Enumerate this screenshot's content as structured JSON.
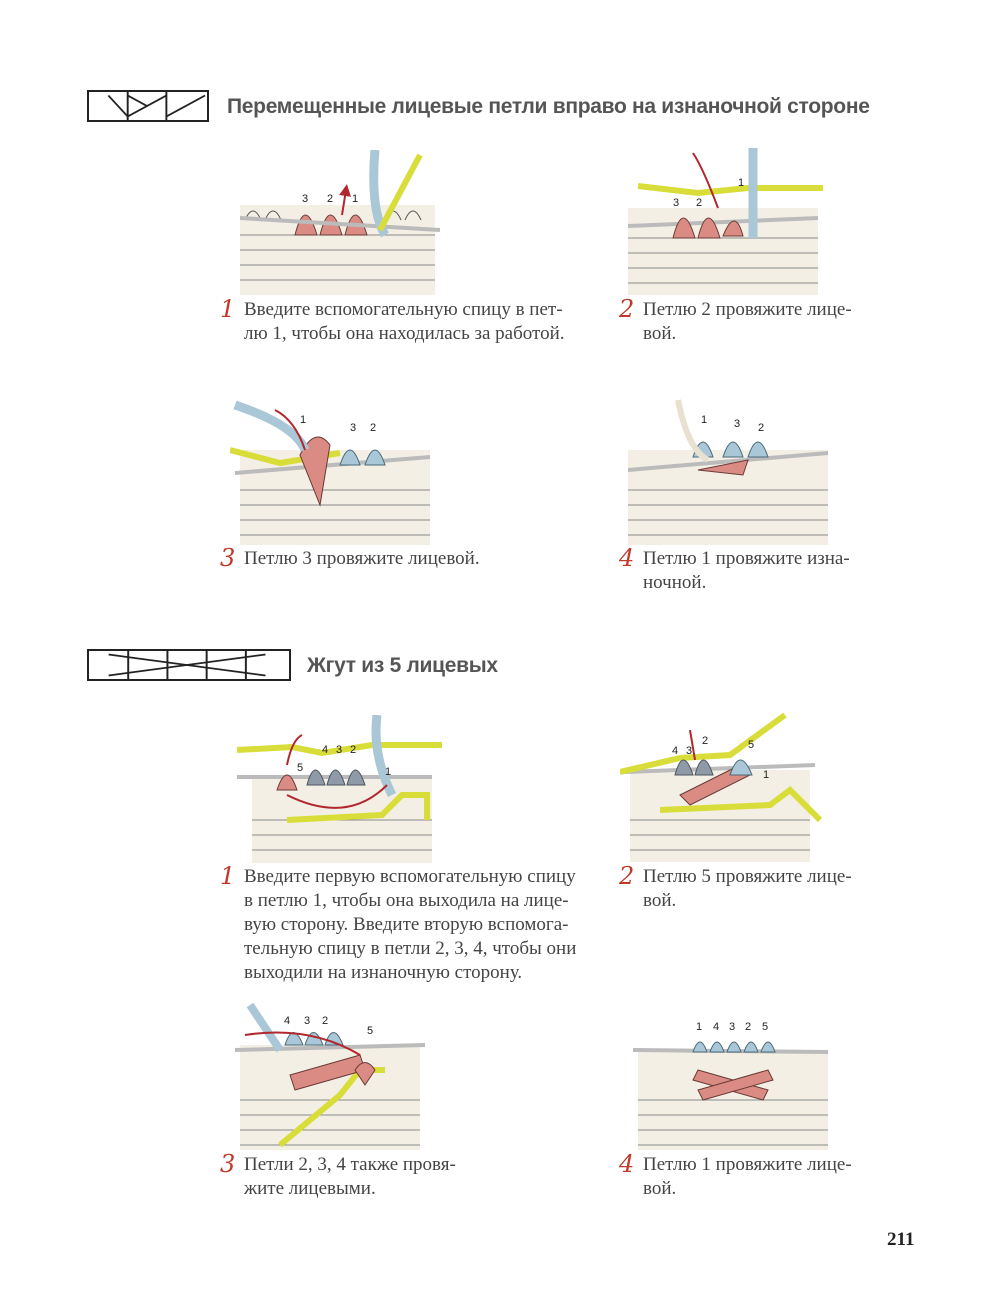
{
  "sections": [
    {
      "title": "Перемещенные лицевые петли вправо на изнаночной стороне",
      "steps": [
        {
          "num": "1",
          "text": "Введите вспомогательную спицу в пет-\nлю 1, чтобы она находилась за работой.",
          "labels": [
            "3",
            "2",
            "1"
          ]
        },
        {
          "num": "2",
          "text": "Петлю 2 провяжите лице-\nвой.",
          "labels": [
            "3",
            "2",
            "1"
          ]
        },
        {
          "num": "3",
          "text": "Петлю 3 провяжите лицевой.",
          "labels": [
            "1",
            "3",
            "2"
          ]
        },
        {
          "num": "4",
          "text": "Петлю 1 провяжите изна-\nночной.",
          "labels": [
            "1",
            "3",
            "2"
          ]
        }
      ]
    },
    {
      "title": "Жгут из 5 лицевых",
      "steps": [
        {
          "num": "1",
          "text": "Введите первую вспомогательную спицу\nв петлю 1, чтобы она выходила на лице-\nвую сторону. Введите вторую вспомога-\nтельную спицу в петли 2, 3, 4, чтобы они\nвыходили на изнаночную сторону.",
          "labels": [
            "5",
            "4",
            "3",
            "2",
            "1"
          ]
        },
        {
          "num": "2",
          "text": "Петлю 5 провяжите лице-\nвой.",
          "labels": [
            "4",
            "3",
            "2",
            "5",
            "1"
          ]
        },
        {
          "num": "3",
          "text": "Петли 2, 3, 4 также провя-\nжите лицевыми.",
          "labels": [
            "4",
            "3",
            "2",
            "5"
          ]
        },
        {
          "num": "4",
          "text": "Петлю 1 провяжите лице-\nвой.",
          "labels": [
            "1",
            "4",
            "3",
            "2",
            "5"
          ]
        }
      ]
    }
  ],
  "page_number": "211",
  "colors": {
    "pink": "#d98b84",
    "blue": "#a9c7d6",
    "yellow": "#d9dd3a",
    "red": "#b2262e",
    "yarn": "#f3efe4"
  }
}
